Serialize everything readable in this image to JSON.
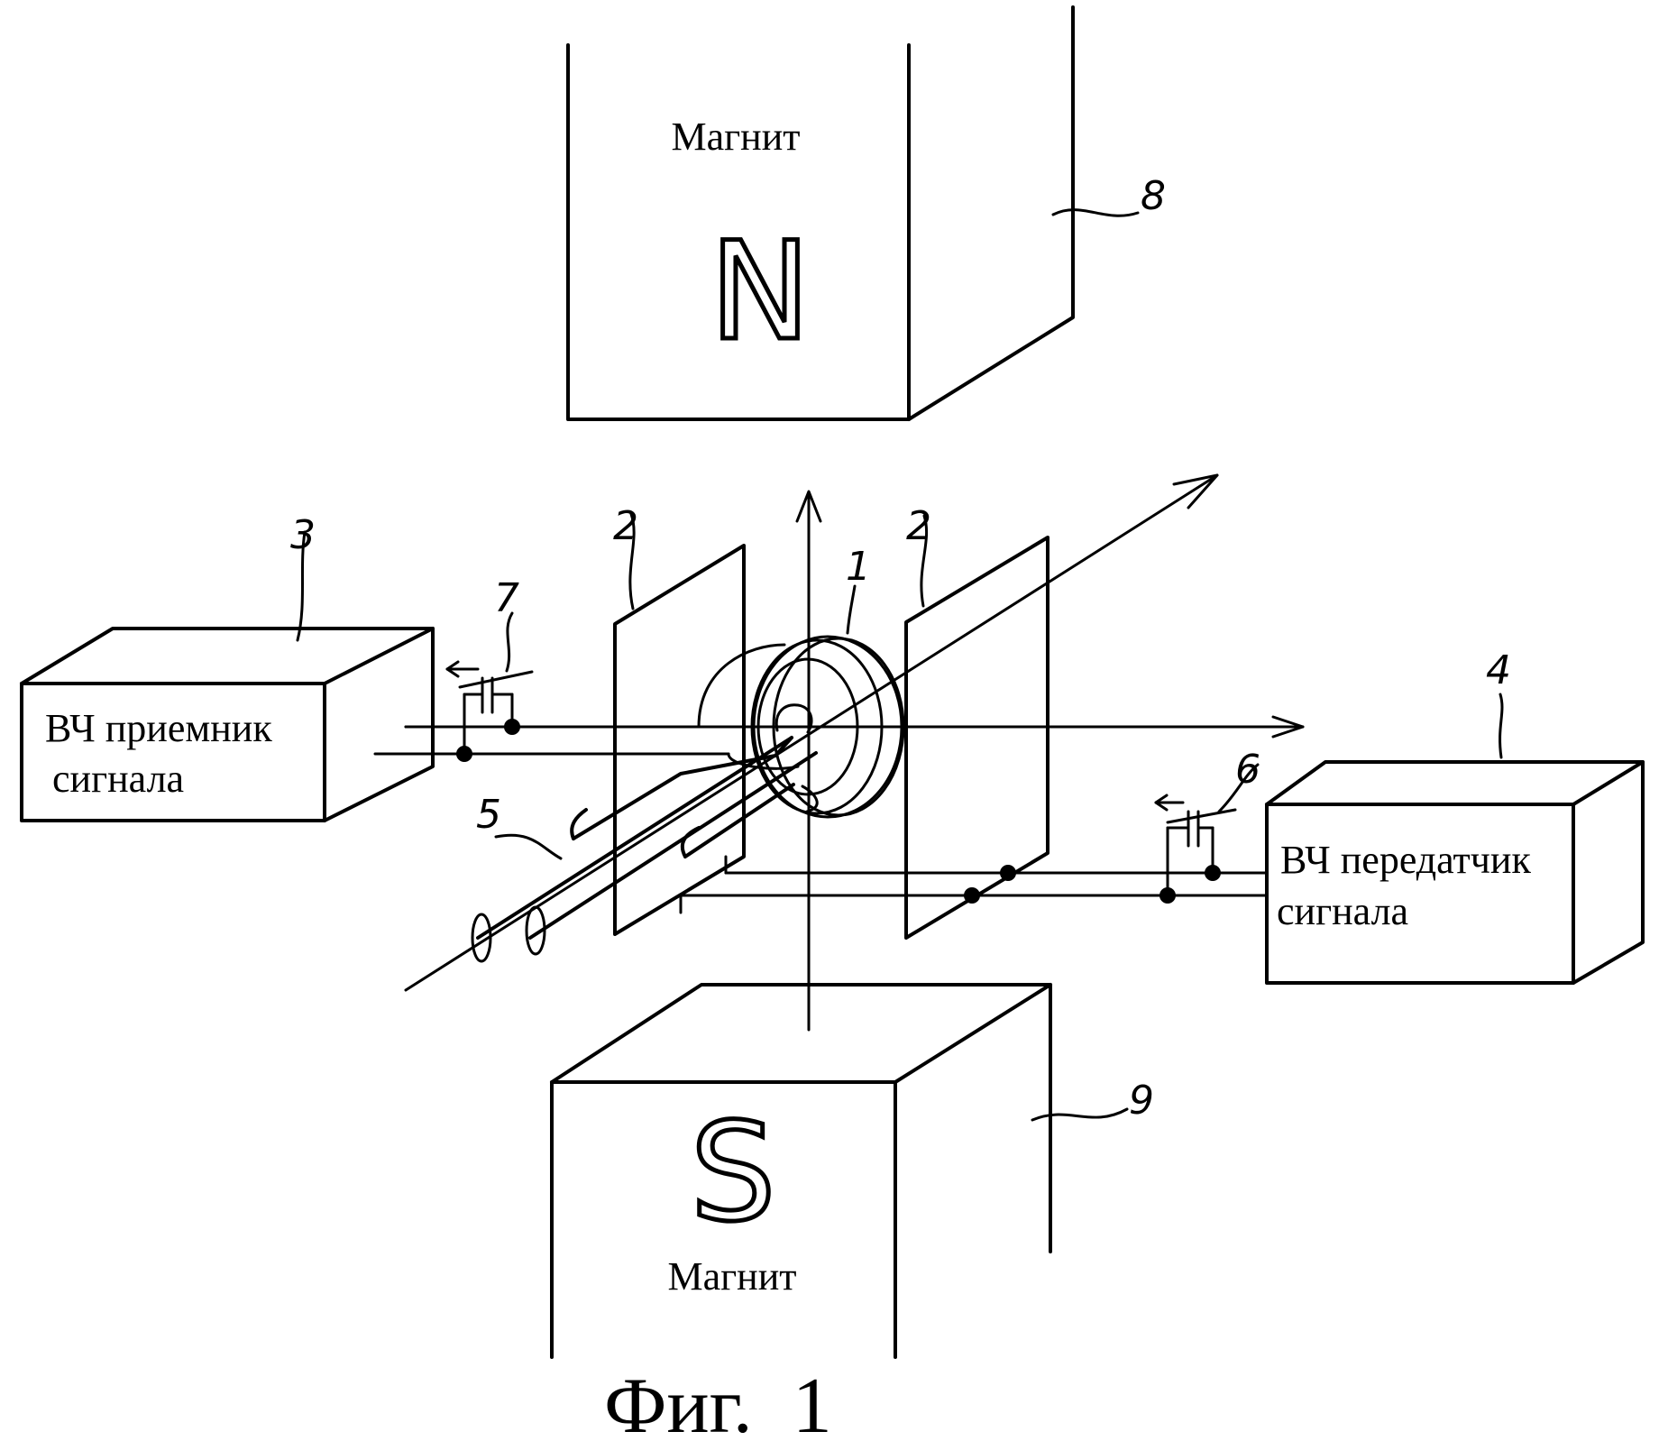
{
  "magnet_top": {
    "label": "Магнит",
    "pole": "N",
    "ref": "8"
  },
  "magnet_bottom": {
    "label": "Магнит",
    "pole": "S",
    "ref": "9"
  },
  "receiver": {
    "line1": "ВЧ приемник",
    "line2": "сигнала",
    "ref": "3"
  },
  "transmitter": {
    "line1": "ВЧ передатчик",
    "line2": "сигнала",
    "ref": "4"
  },
  "refs": {
    "sample_coil": "1",
    "plate_left": "2",
    "plate_right": "2",
    "probe_tube": "5",
    "capacitor_tx": "6",
    "capacitor_rx": "7"
  },
  "caption": "Фиг.  1"
}
